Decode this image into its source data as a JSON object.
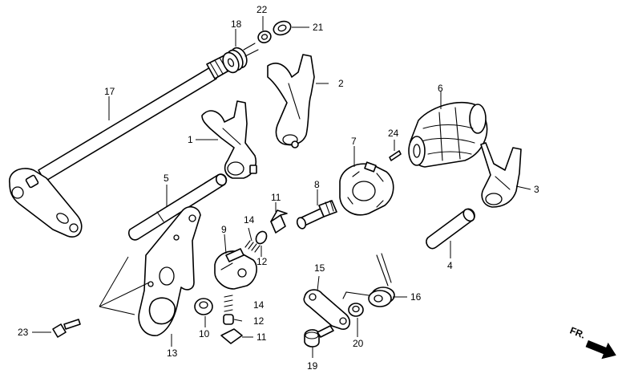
{
  "callouts": {
    "c1": "1",
    "c2": "2",
    "c3": "3",
    "c4": "4",
    "c5": "5",
    "c6": "6",
    "c7": "7",
    "c8": "8",
    "c9": "9",
    "c10": "10",
    "c11a": "11",
    "c11b": "11",
    "c12a": "12",
    "c12b": "12",
    "c13": "13",
    "c14a": "14",
    "c14b": "14",
    "c15": "15",
    "c16": "16",
    "c17": "17",
    "c18": "18",
    "c19": "19",
    "c20": "20",
    "c21": "21",
    "c22": "22",
    "c23": "23",
    "c24": "24"
  },
  "direction_label": "FR."
}
